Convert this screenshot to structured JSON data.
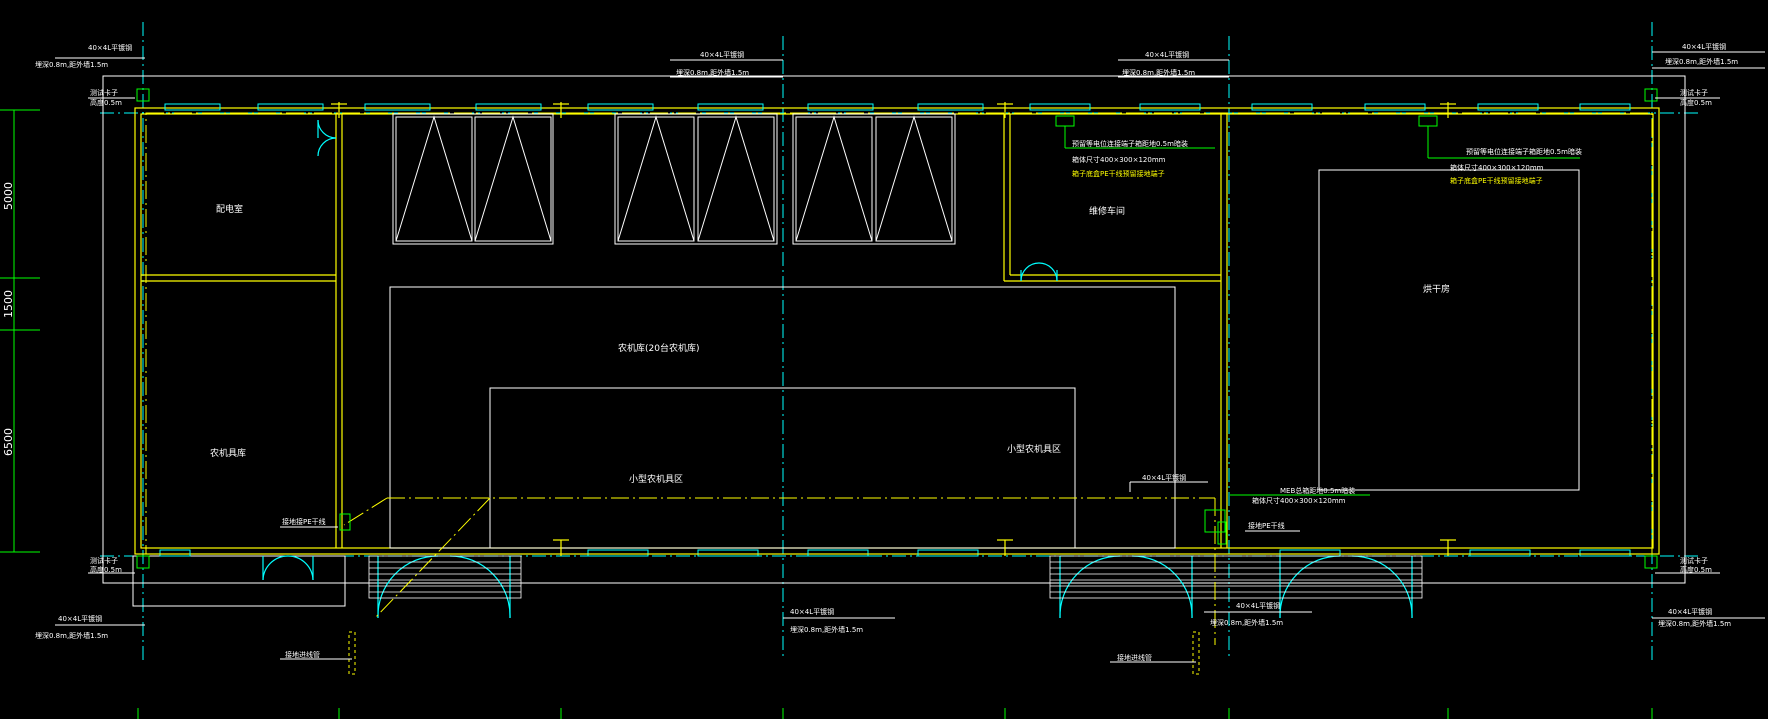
{
  "rooms": {
    "distribution_room": "配电室",
    "storage_room": "农机具库",
    "maintenance_room": "维修车间",
    "drying_room": "烘干房",
    "machinery_shed": "农机库(20台农机库)",
    "small_machinery_area_1": "小型农机具区",
    "small_machinery_area_2": "小型农机具区"
  },
  "annotations": {
    "ground_rod": "40×4L平镀钢",
    "ground_spec": "埋深0.8m,距外墙1.5m",
    "test_point": "测试卡子",
    "test_height": "高度0.5m",
    "maintenance_box_1": "预留等电位连接端子箱距地0.5m暗装",
    "maintenance_box_2": "箱体尺寸400×300×120mm",
    "maintenance_box_3": "箱子底盒PE干线预留接地端子",
    "drying_box_1": "预留等电位连接端子箱距地0.5m暗装",
    "drying_box_2": "箱体尺寸400×300×120mm",
    "drying_box_3": "箱子底盒PE干线预留接地端子",
    "meb_box_1": "MEB总箱距地0.5m暗装",
    "meb_box_2": "箱体尺寸400×300×120mm",
    "pe_dry_line": "接地接PE干线",
    "pe_meb_line": "接地PE干线",
    "entry_pipe_left": "接地进线管",
    "entry_pipe_right": "接地进线管"
  },
  "dimensions": {
    "d1": "5000",
    "d2": "1500",
    "d3": "6500"
  },
  "colors": {
    "wall": "#ffff00",
    "line": "#ffffff",
    "door": "#00ffff",
    "grid": "#00ffff",
    "ground": "#00ff00",
    "dim": "#00ff00"
  }
}
